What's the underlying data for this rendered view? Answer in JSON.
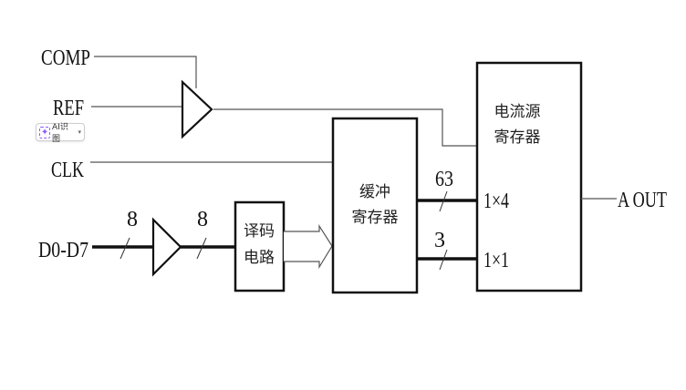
{
  "diagram": {
    "inputs": {
      "comp": "COMP",
      "ref": "REF",
      "clk": "CLK",
      "data": "D0-D7"
    },
    "bus_widths": {
      "data_in": "8",
      "after_buffer": "8",
      "upper_bus": "63",
      "lower_bus": "3"
    },
    "blocks": {
      "decoder": [
        "译码",
        "电路"
      ],
      "buffer_register": [
        "缓冲",
        "寄存器"
      ],
      "current_source_register": [
        "电流源",
        "寄存器"
      ]
    },
    "ports": {
      "upper": "1×4",
      "lower": "1×1"
    },
    "output": "A OUT"
  },
  "ai_badge": {
    "icon": "sparkle-icon",
    "label": "AI识图",
    "chevron": "▾"
  }
}
